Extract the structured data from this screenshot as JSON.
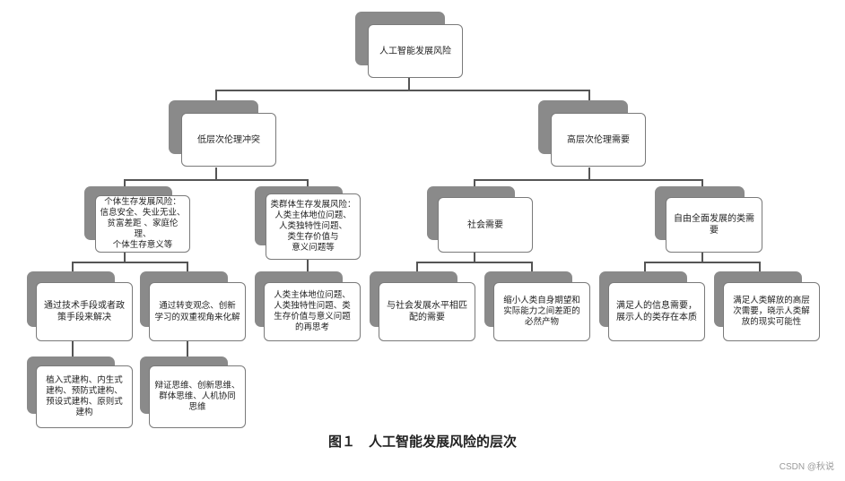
{
  "nodes": {
    "root": "人工智能发展风险",
    "low_conflict": "低层次伦理冲突",
    "high_needs": "高层次伦理需要",
    "individual_risk": "个体生存发展风险：\n信息安全、失业无业、\n贫富差距 、家庭伦理、\n个体生存意义等",
    "group_risk": "类群体生存发展风险：\n人类主体地位问题、\n人类独特性问题、\n类生存价值与\n意义问题等",
    "social_needs": "社会需要",
    "free_development": "自由全面发展的类需要",
    "tech_means": "通过技术手段或者政\n策手段来解决",
    "concept_change": "通过转变观念、创新\n学习的双重视角来化解",
    "rethink": "人类主体地位问题、\n人类独特性问题、类\n生存价值与意义问题\n的再思考",
    "match_social": "与社会发展水平相匹\n配的需要",
    "narrow_gap": "缩小人类自身期望和\n实际能力之间差距的\n必然产物",
    "info_needs": "满足人的信息需要，\n展示人的类存在本质",
    "liberation": "满足人类解放的高层\n次需要，晓示人类解\n放的现实可能性",
    "embed_build": "植入式建构、内生式\n建构、预防式建构、\n预设式建构、原则式\n建构",
    "thinking": "辩证思维、创新思维、\n群体思维、人机协同\n思维"
  },
  "caption": "图１　人工智能发展风险的层次",
  "watermark": "CSDN @秋说"
}
